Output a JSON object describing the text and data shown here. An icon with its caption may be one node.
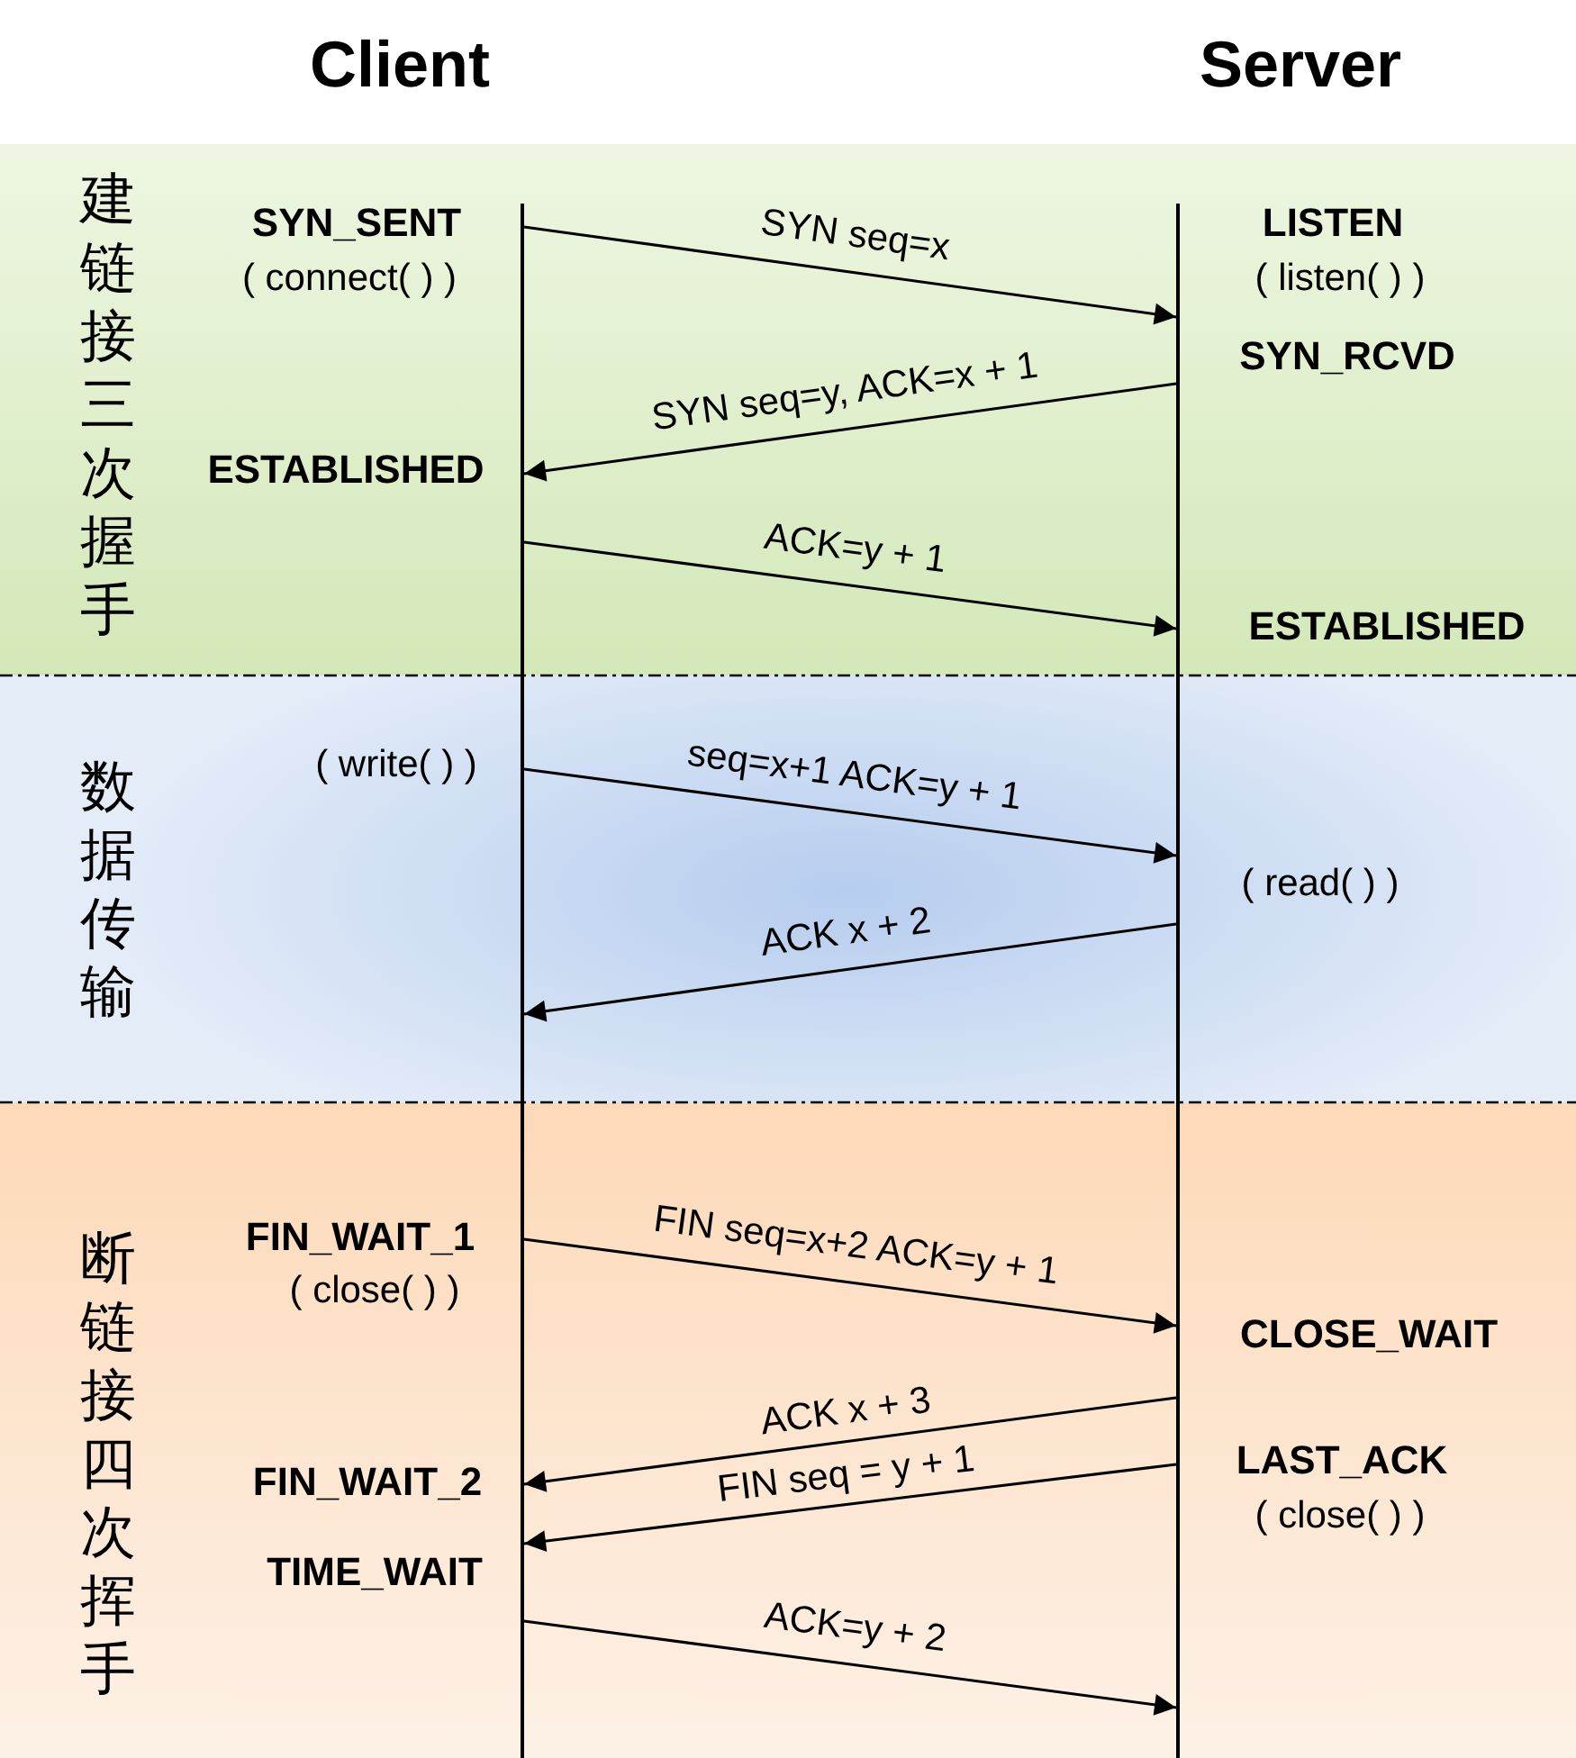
{
  "diagram": {
    "nodes": [
      {
        "text": [],
        "shape": "line"
      },
      {
        "text": [],
        "shape": "line"
      }
    ],
    "edges": [
      {
        "from": 0,
        "to": 1,
        "arrow": "to",
        "label": "SYN seq=x"
      },
      {
        "from": 1,
        "to": 0,
        "arrow": "to",
        "label": "SYN seq=y, ACK=x + 1"
      },
      {
        "from": 0,
        "to": 1,
        "arrow": "to",
        "label": "ACK=y + 1"
      },
      {
        "from": 0,
        "to": 1,
        "arrow": "to",
        "label": "seq=x+1 ACK=y + 1"
      },
      {
        "from": 1,
        "to": 0,
        "arrow": "to",
        "label": "ACK x + 2"
      },
      {
        "from": 0,
        "to": 1,
        "arrow": "to",
        "label": "FIN seq=x+2 ACK=y + 1"
      },
      {
        "from": 1,
        "to": 0,
        "arrow": "to",
        "label": "ACK x + 3"
      },
      {
        "from": 1,
        "to": 0,
        "arrow": "to",
        "label": "FIN seq = y + 1"
      },
      {
        "from": 0,
        "to": 1,
        "arrow": "to",
        "label": "ACK=y + 2"
      }
    ],
    "labels": [
      "Client",
      "Server",
      "建链接三次握手",
      "SYN_SENT",
      "LISTEN",
      "( connect( ) )",
      "( listen( ) )",
      "SYN_RCVD",
      "ESTABLISHED",
      "ESTABLISHED",
      "( write( ) )",
      "数据传输",
      "( read( ) )",
      "断链接四次挥手",
      "FIN_WAIT_1",
      "( close( ) )",
      "CLOSE_WAIT",
      "LAST_ACK",
      "FIN_WAIT_2",
      "( close( ) )",
      "TIME_WAIT"
    ]
  }
}
